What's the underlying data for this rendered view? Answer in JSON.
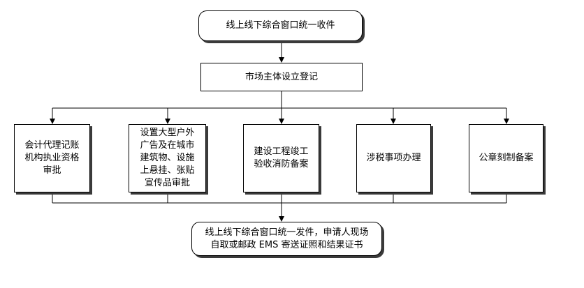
{
  "nodes": {
    "start": "线上线下综合窗口统一收件",
    "register": "市场主体设立登记",
    "b1": "会计代理记账\n机构执业资格\n审批",
    "b2": "设置大型户外\n广告及在城市\n建筑物、设施\n上悬挂、张贴\n宣传品审批",
    "b3": "建设工程竣工\n验收消防备案",
    "b4": "涉税事项办理",
    "b5": "公章刻制备案",
    "end": "线上线下综合窗口统一发件，申请人现场\n自取或邮政 EMS 寄送证照和结果证书"
  },
  "colors": {
    "line": "#000000",
    "shadow": "#3a3a3a"
  }
}
